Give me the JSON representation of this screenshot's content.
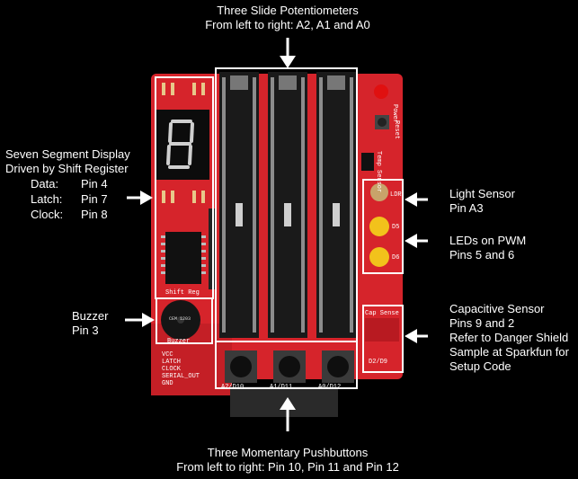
{
  "title": {
    "line1": "Three Slide Potentiometers",
    "line2": "From left to right: A2, A1 and A0"
  },
  "seven_segment": {
    "line1": "Seven Segment Display",
    "line2": "Driven by Shift Register",
    "pins": [
      {
        "name": "Data:",
        "pin": "Pin 4"
      },
      {
        "name": "Latch:",
        "pin": "Pin 7"
      },
      {
        "name": "Clock:",
        "pin": "Pin 8"
      }
    ],
    "digit": "8"
  },
  "buzzer": {
    "line1": "Buzzer",
    "line2": "Pin 3"
  },
  "light_sensor": {
    "line1": "Light Sensor",
    "line2": "Pin A3"
  },
  "leds": {
    "line1": "LEDs on PWM",
    "line2": "Pins 5 and 6"
  },
  "capacitive": {
    "line1": "Capacitive Sensor",
    "line2": "Pins 9 and 2",
    "line3": "Refer to Danger Shield",
    "line4": "Sample at Sparkfun for",
    "line5": "Setup Code"
  },
  "pushbuttons": {
    "line1": "Three Momentary Pushbuttons",
    "line2": "From left to right: Pin 10, Pin 11 and Pin 12"
  },
  "silkscreen": {
    "shift_reg": "Shift Reg",
    "buzzer": "Buzzer",
    "header_pins": [
      "VCC",
      "LATCH",
      "CLOCK",
      "SERIAL_OUT",
      "GND"
    ],
    "button_labels": [
      "A2/D10",
      "A1/D11",
      "A0/D12"
    ],
    "power": "Power",
    "reset": "Reset",
    "temp_sensor": "Temp Sensor",
    "ldr": "LDR",
    "d5": "D5",
    "d6": "D6",
    "cap_sense": "Cap Sense",
    "d2d9": "D2/D9",
    "buzzer_ring": "CEM 1203"
  },
  "colors": {
    "board": "#d6242b",
    "board_dark": "#a3151b",
    "slider": "#1a1a1a",
    "highlight_box": "#ffffff",
    "led": "#f2c21b",
    "power_led": "#e01010"
  }
}
